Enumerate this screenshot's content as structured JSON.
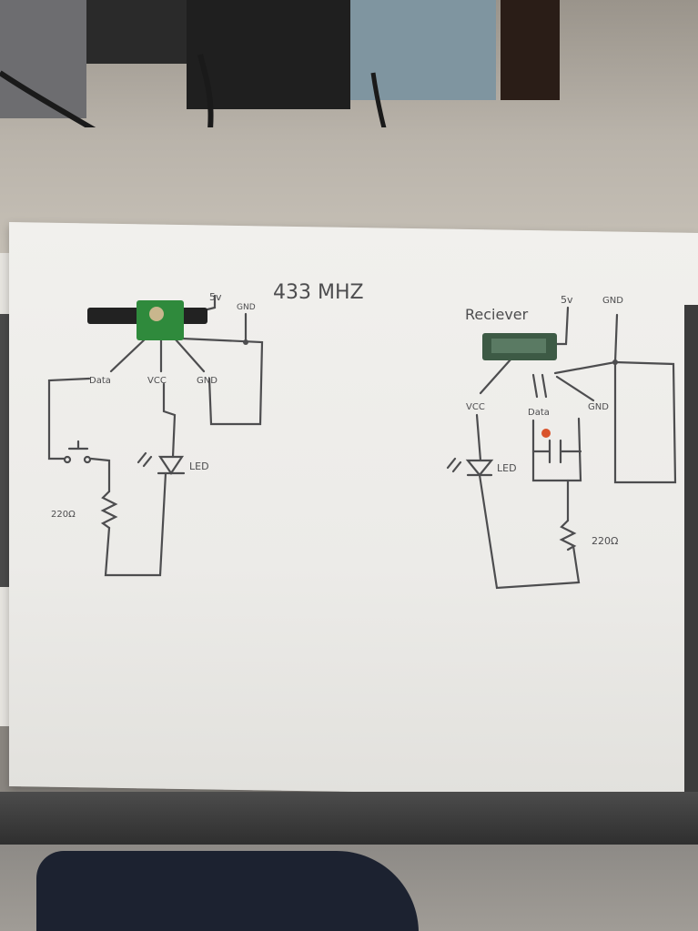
{
  "photo": {
    "description_scope": "handdrawn-433mhz-schematic-photo",
    "title": "433 MHZ",
    "transmitter": {
      "pin_5v": "5v",
      "pin_gnd_top": "GND",
      "pin_data": "Data",
      "pin_vcc": "VCC",
      "pin_gnd": "GND",
      "led_label": "LED",
      "resistor_label": "220Ω"
    },
    "receiver": {
      "heading": "Reciever",
      "pin_5v": "5v",
      "pin_gnd_top": "GND",
      "pin_vcc": "VCC",
      "pin_data": "Data",
      "pin_gnd": "GND",
      "led_label": "LED",
      "resistor_label": "220Ω"
    },
    "colors": {
      "ink": "#4d4d4f",
      "module_green": "#2f8a3c",
      "receiver_board": "#3d5a45",
      "antenna": "#222222",
      "led_red": "#d9532b"
    }
  }
}
